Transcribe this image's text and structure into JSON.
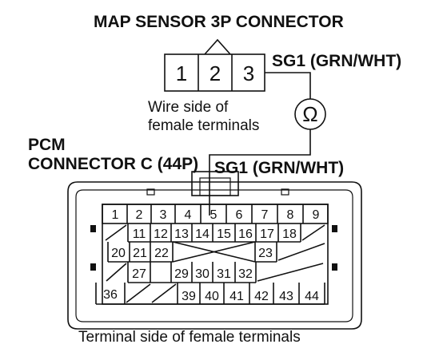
{
  "map_connector": {
    "title": "MAP SENSOR 3P CONNECTOR",
    "pins": [
      "1",
      "2",
      "3"
    ],
    "wire_label": "SG1 (GRN/WHT)",
    "side_note_line1": "Wire side of",
    "side_note_line2": "female terminals"
  },
  "meter": {
    "symbol": "Ω"
  },
  "pcm_connector": {
    "title_line1": "PCM",
    "title_line2": "CONNECTOR C (44P)",
    "wire_label": "SG1 (GRN/WHT)",
    "side_note": "Terminal side of female terminals",
    "row1": [
      "1",
      "2",
      "3",
      "4",
      "5",
      "6",
      "7",
      "8",
      "9"
    ],
    "row2": [
      "11",
      "12",
      "13",
      "14",
      "15",
      "16",
      "17",
      "18"
    ],
    "row3_left": [
      "20",
      "21",
      "22"
    ],
    "row3_right": [
      "23"
    ],
    "row4_left": [
      "27"
    ],
    "row4_right": [
      "29",
      "30",
      "31",
      "32"
    ],
    "row5_left": [
      "36"
    ],
    "row5_right": [
      "39",
      "40",
      "41",
      "42",
      "43",
      "44"
    ]
  }
}
